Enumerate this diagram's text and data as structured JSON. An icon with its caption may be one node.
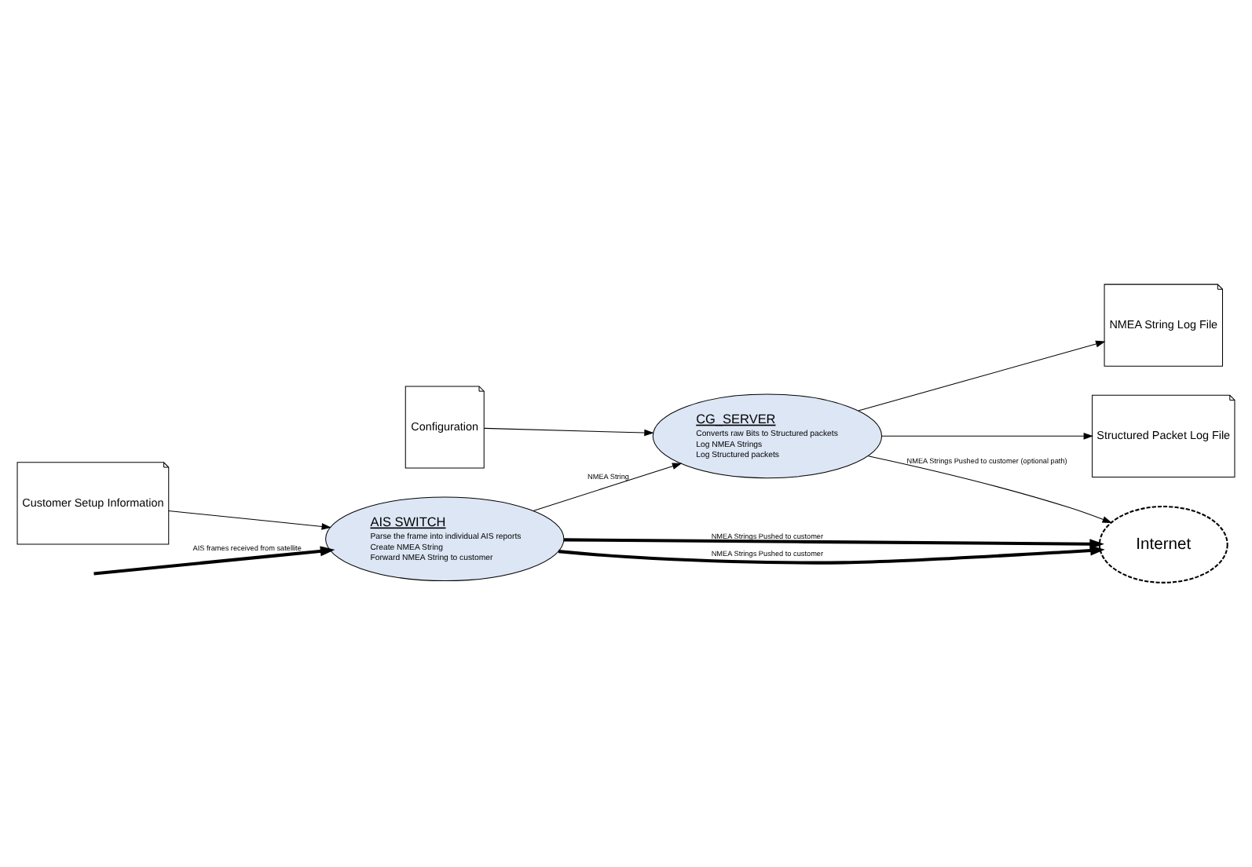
{
  "diagram": {
    "nodes": [
      {
        "text": [
          "AIS SWITCH",
          "Parse the frame into individual AIS reports",
          "Create NMEA String",
          "Forward NMEA String to customer"
        ]
      },
      {
        "text": [
          "Internet"
        ]
      },
      {
        "text": [
          "Customer Setup Information"
        ]
      },
      {
        "text": [
          "CG_SERVER",
          "Converts raw Bits to Structured packets",
          "Log NMEA Strings",
          "Log Structured packets"
        ]
      },
      {
        "text": [
          "Configuration"
        ]
      },
      {
        "text": [
          "NMEA String Log File"
        ]
      },
      {
        "text": [
          "Structured Packet Log File"
        ]
      }
    ],
    "edges": [
      {
        "from": null,
        "to": 0,
        "arrow": "to",
        "label": "AIS frames received from satellite",
        "style": "thick"
      },
      {
        "from": 0,
        "to": 1,
        "arrow": "to",
        "label": "NMEA Strings Pushed to customer",
        "style": "thick"
      },
      {
        "from": 0,
        "to": 1,
        "arrow": "to",
        "label": "NMEA Strings Pushed to customer",
        "style": "thick"
      },
      {
        "from": 2,
        "to": 0,
        "arrow": "to"
      },
      {
        "from": 0,
        "to": 3,
        "arrow": "to",
        "label": "NMEA String"
      },
      {
        "from": 3,
        "to": 1,
        "arrow": "to",
        "label": "NMEA Strings Pushed to customer (optional path)"
      },
      {
        "from": 4,
        "to": 3,
        "arrow": "to"
      },
      {
        "from": 3,
        "to": 5,
        "arrow": "to"
      },
      {
        "from": 3,
        "to": 6,
        "arrow": "to"
      }
    ]
  }
}
